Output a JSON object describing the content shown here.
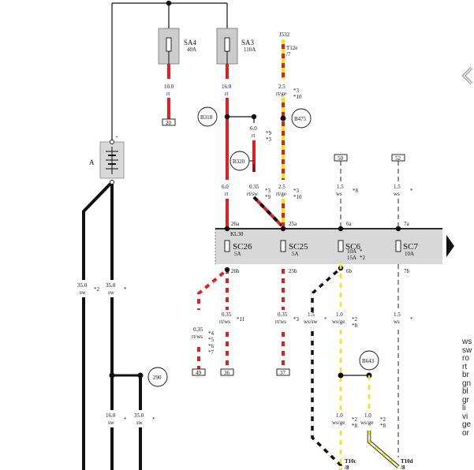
{
  "colors": {
    "red": "#e02020",
    "yellow": "#f5e600",
    "black": "#111111",
    "white": "#ffffff",
    "gray_bar": "#d8d8d8",
    "fuse_box": "#cccccc"
  },
  "components": {
    "battery": "A",
    "battery_plus": "+",
    "fuse_sa4": {
      "name": "SA4",
      "rating": "40A"
    },
    "fuse_sa3": {
      "name": "SA3",
      "rating": "110A"
    },
    "relay": {
      "name": "J532",
      "pin": "T12e",
      "pin_no": "/7"
    },
    "bar_terminal": "KL30",
    "fuse_sc26": {
      "name": "SC26",
      "rating": "5A"
    },
    "fuse_sc25": {
      "name": "SC25",
      "rating": "5A"
    },
    "fuse_sc6": {
      "name": "SC6",
      "rating1": "10A",
      "rating2": "15A",
      "note1": "*",
      "note2": "*2"
    },
    "fuse_sc7": {
      "name": "SC7",
      "rating": "10A"
    },
    "conn_b318": "B318",
    "conn_b320": "B320",
    "conn_b475": "B475",
    "conn_b643": "B643",
    "conn_290": "290",
    "conn_t10c": {
      "name": "T10c",
      "pin": "/8"
    },
    "conn_t10d": {
      "name": "T10d",
      "pin": "/8"
    }
  },
  "terminals": {
    "t20": "20",
    "t50": "50",
    "t52": "52",
    "t49": "49",
    "t36": "36",
    "t37": "37",
    "p26a": "26a",
    "p25a": "25a",
    "p6a": "6a",
    "p7a": "7a",
    "p26b": "26b",
    "p25b": "25b",
    "p6b": "6b",
    "p7b": "7b"
  },
  "wires": {
    "w_sa4": {
      "size": "10.0",
      "color": "rt"
    },
    "w_sa3": {
      "size": "16.0",
      "color": "rt"
    },
    "w_j532": {
      "size": "2.5",
      "color": "rt/ge",
      "n1": "*3",
      "n2": "*10"
    },
    "w_b320": {
      "size": "6.0",
      "color": "rt",
      "n1": "*9",
      "n2": "*3"
    },
    "w_26a": {
      "size": "6.0",
      "color": "rt"
    },
    "w_cross": {
      "size": "0.35",
      "color": "rt/sw",
      "n1": "*3",
      "n2": "*9"
    },
    "w_25a": {
      "size": "2.5",
      "color": "rt/ge",
      "n1": "*3",
      "n2": "*10"
    },
    "w_6a": {
      "size": "1.5",
      "color": "ws",
      "n1": "*8"
    },
    "w_7a": {
      "size": "1.5",
      "color": "ws",
      "n1": "*"
    },
    "w_bat_l": {
      "size": "35.0",
      "color": "sw",
      "n1": "*2"
    },
    "w_bat_r": {
      "size": "35.0",
      "color": "sw",
      "n1": "*"
    },
    "w_49": {
      "size": "0.35",
      "color": "rt/ws",
      "n1": "*4",
      "n2": "*5",
      "n3": "*6",
      "n4": "*7"
    },
    "w_36": {
      "size": "0.35",
      "color": "rt/ws",
      "n1": "*11"
    },
    "w_37": {
      "size": "0.35",
      "color": "rt/ws",
      "n1": "*3"
    },
    "w_6b_l": {
      "size": "1.5",
      "color": "ws/sw",
      "n1": "*"
    },
    "w_6b": {
      "size": "1.0",
      "color": "ws/ge",
      "n1": "*2",
      "n2": "*8"
    },
    "w_7b": {
      "size": "1.5",
      "color": "ws",
      "n1": "*"
    },
    "w_bot_l": {
      "size": "16.0",
      "color": "sw",
      "n1": "*"
    },
    "w_bot_r": {
      "size": "35.0",
      "color": "sw",
      "n1": "*"
    },
    "w_t10c": {
      "size": "1.0",
      "color": "ws/ge",
      "n1": "*2",
      "n2": "*8"
    },
    "w_t10d": {
      "size": "1.0",
      "color": "ws/ge",
      "n1": "*2",
      "n2": "*8"
    }
  },
  "legend": [
    "ws",
    "sw",
    "ro",
    "rt",
    "br",
    "gn",
    "bl",
    "gr",
    "li",
    "vi",
    "ge",
    "or"
  ]
}
